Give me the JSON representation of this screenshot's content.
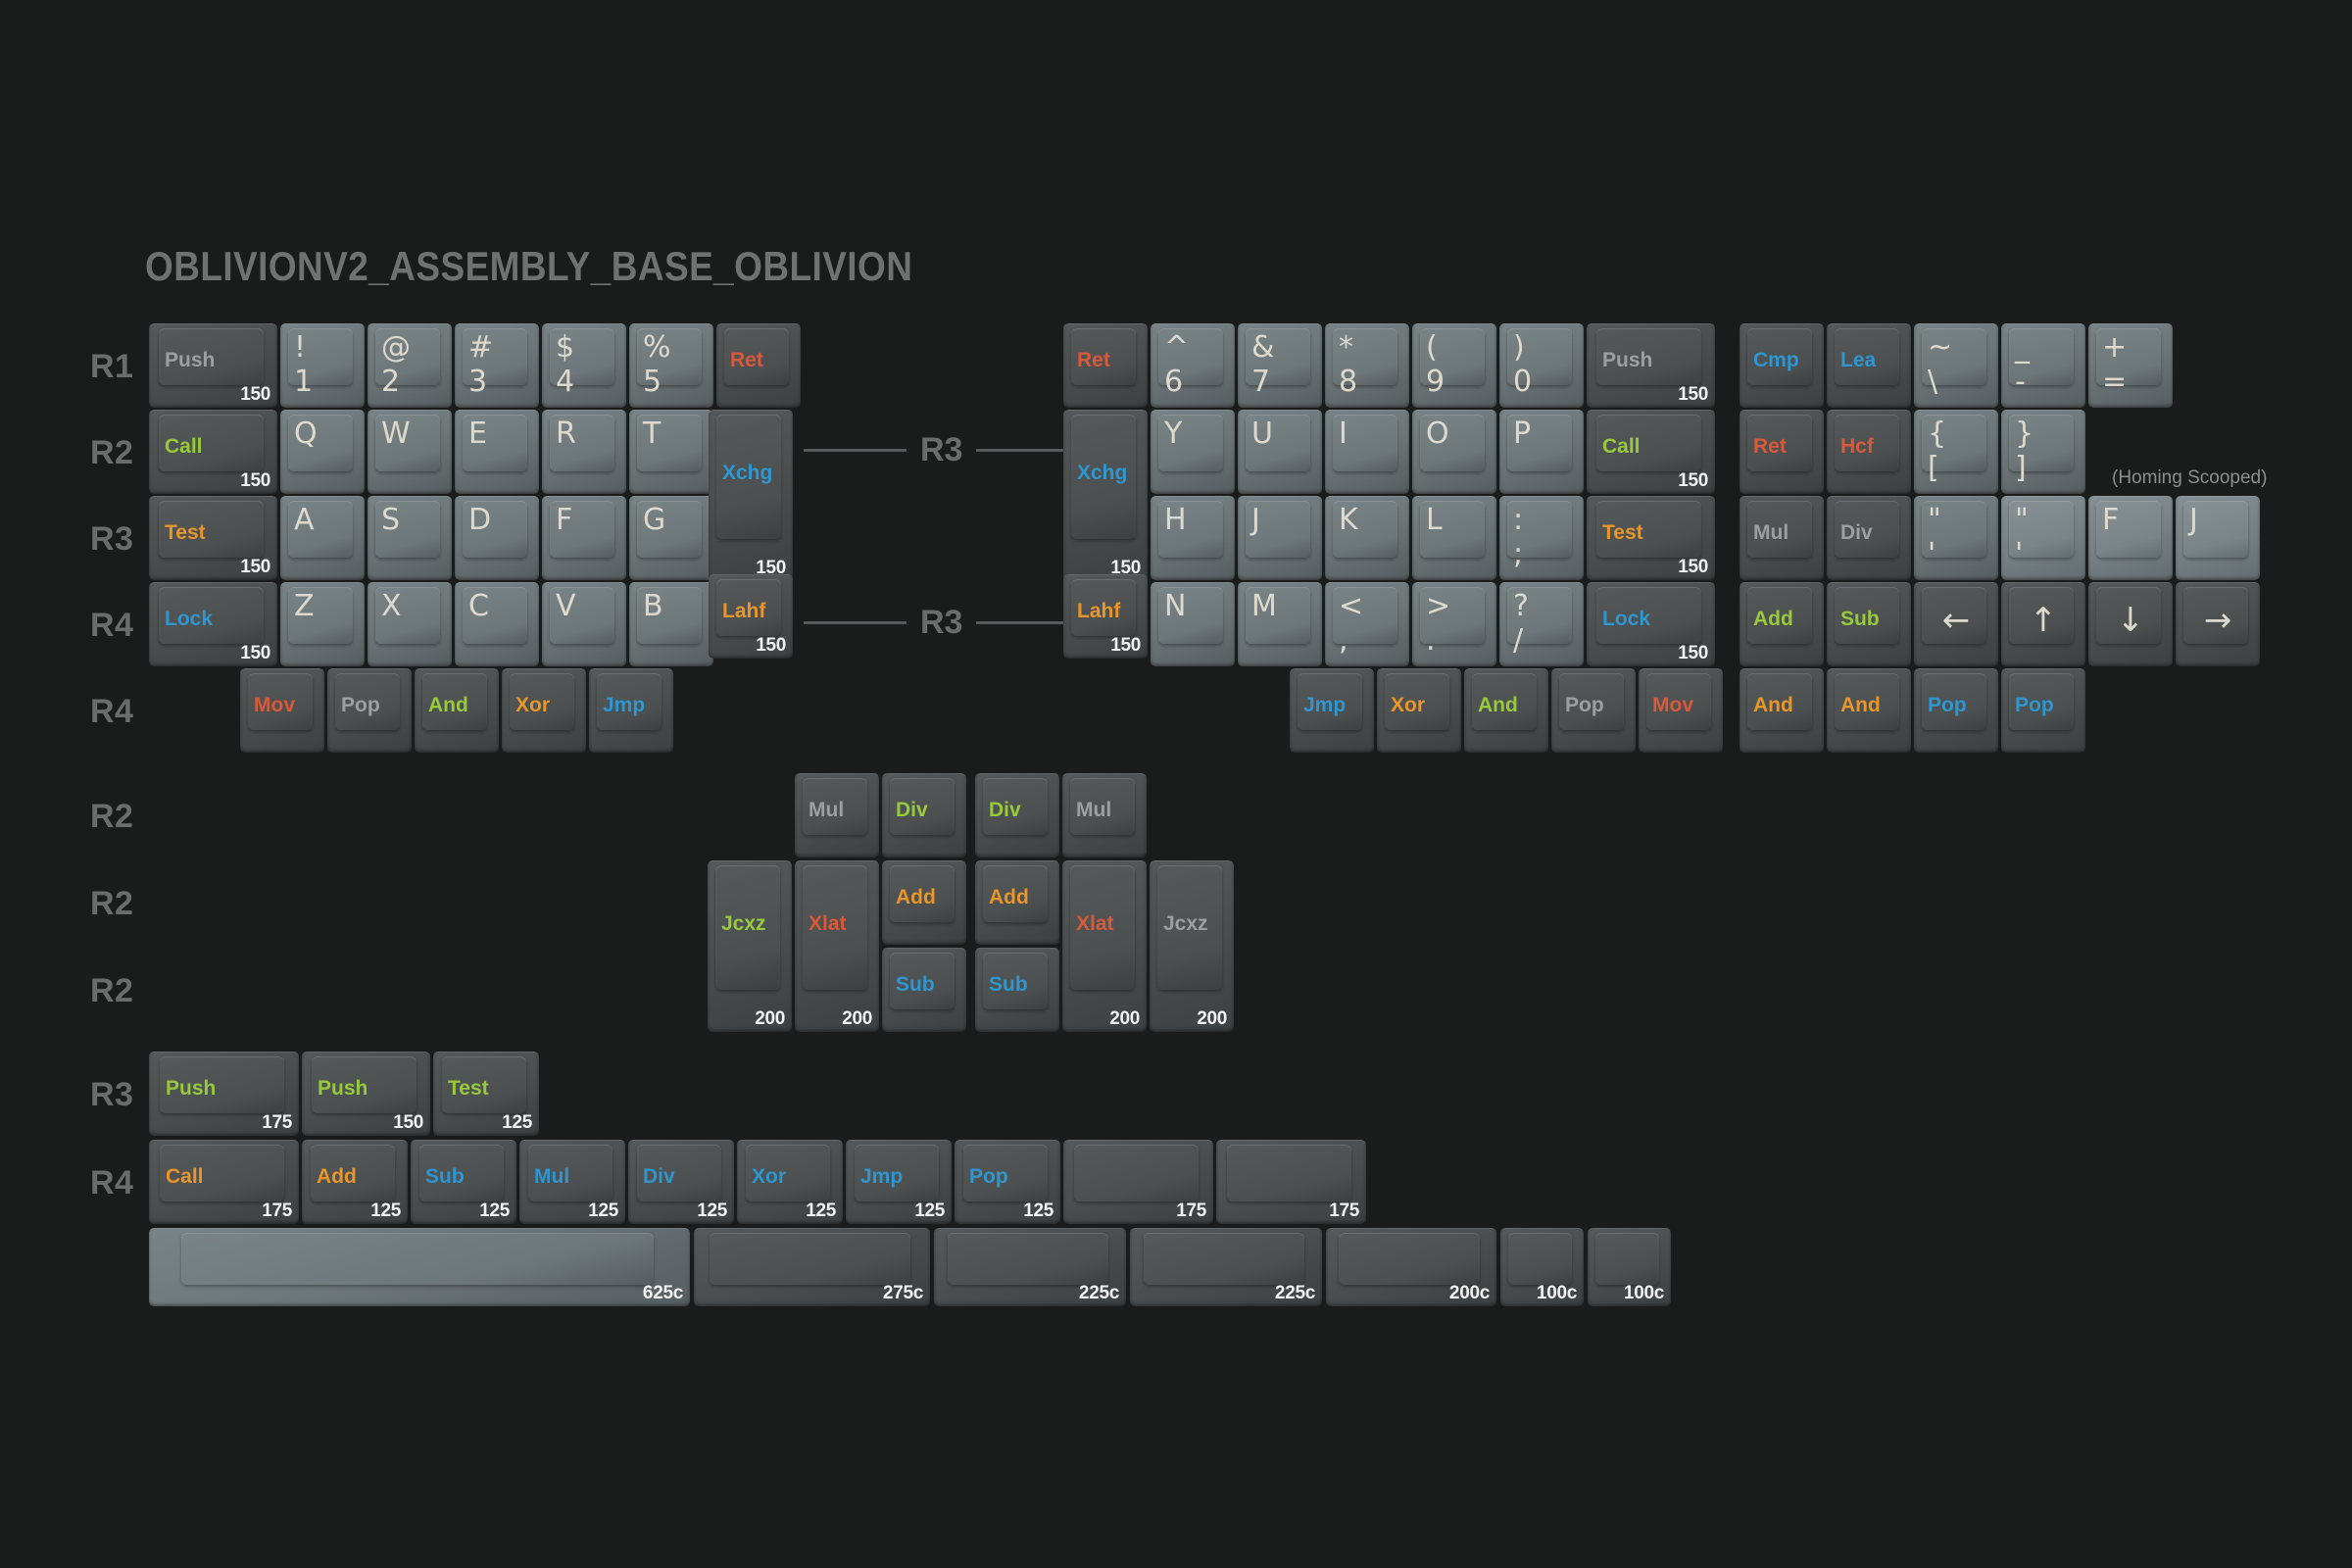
{
  "title": "OBLIVIONV2_ASSEMBLY_BASE_OBLIVION",
  "notes": {
    "homing_scooped": "(Homing Scooped)"
  },
  "colors": {
    "background": "#1a1b1b",
    "alpha_cap": "#6d7679",
    "mod_cap": "#4b4f4f",
    "accent_red": "#d9593a",
    "accent_orange": "#e8962a",
    "accent_green": "#97c93d",
    "accent_blue": "#2f96cf",
    "accent_gray": "#9aa0a0",
    "legend_light": "#ded9cc",
    "row_label": "#6a6d6c"
  },
  "row_labels": {
    "main": [
      "R1",
      "R2",
      "R3",
      "R4",
      "R4"
    ],
    "middle": [
      "R2",
      "R2",
      "R2"
    ],
    "bottom": [
      "R3",
      "R4"
    ]
  },
  "dividers": [
    {
      "label": "R3"
    },
    {
      "label": "R3"
    }
  ],
  "keys": {
    "left_r1": [
      {
        "name": "push-1-5u",
        "legend": "Push",
        "color": "accent_gray",
        "size": "150",
        "cap": "mod",
        "u": 1.5
      },
      {
        "name": "exclaim-1",
        "legend": "!\n1",
        "color": "legend_light",
        "cap": "alpha",
        "u": 1
      },
      {
        "name": "at-2",
        "legend": "@\n2",
        "color": "legend_light",
        "cap": "alpha",
        "u": 1
      },
      {
        "name": "hash-3",
        "legend": "#\n3",
        "color": "legend_light",
        "cap": "alpha",
        "u": 1
      },
      {
        "name": "dollar-4",
        "legend": "$\n4",
        "color": "legend_light",
        "cap": "alpha",
        "u": 1
      },
      {
        "name": "percent-5",
        "legend": "%\n5",
        "color": "legend_light",
        "cap": "alpha",
        "u": 1
      },
      {
        "name": "ret-left",
        "legend": "Ret",
        "color": "accent_red",
        "cap": "mod",
        "u": 1
      }
    ],
    "left_r2": [
      {
        "name": "call-1-5u",
        "legend": "Call",
        "color": "accent_green",
        "size": "150",
        "cap": "mod",
        "u": 1.5
      },
      {
        "name": "q",
        "legend": "Q",
        "color": "legend_light",
        "cap": "alpha",
        "u": 1
      },
      {
        "name": "w",
        "legend": "W",
        "color": "legend_light",
        "cap": "alpha",
        "u": 1
      },
      {
        "name": "e",
        "legend": "E",
        "color": "legend_light",
        "cap": "alpha",
        "u": 1
      },
      {
        "name": "r",
        "legend": "R",
        "color": "legend_light",
        "cap": "alpha",
        "u": 1
      },
      {
        "name": "t",
        "legend": "T",
        "color": "legend_light",
        "cap": "alpha",
        "u": 1
      }
    ],
    "left_r3": [
      {
        "name": "test-1-5u",
        "legend": "Test",
        "color": "accent_orange",
        "size": "150",
        "cap": "mod",
        "u": 1.5
      },
      {
        "name": "a",
        "legend": "A",
        "color": "legend_light",
        "cap": "alpha",
        "u": 1
      },
      {
        "name": "s",
        "legend": "S",
        "color": "legend_light",
        "cap": "alpha",
        "u": 1
      },
      {
        "name": "d",
        "legend": "D",
        "color": "legend_light",
        "cap": "alpha",
        "u": 1
      },
      {
        "name": "f",
        "legend": "F",
        "color": "legend_light",
        "cap": "alpha",
        "u": 1
      },
      {
        "name": "g",
        "legend": "G",
        "color": "legend_light",
        "cap": "alpha",
        "u": 1
      }
    ],
    "left_r4": [
      {
        "name": "lock-1-5u",
        "legend": "Lock",
        "color": "accent_blue",
        "size": "150",
        "cap": "mod",
        "u": 1.5
      },
      {
        "name": "z",
        "legend": "Z",
        "color": "legend_light",
        "cap": "alpha",
        "u": 1
      },
      {
        "name": "x",
        "legend": "X",
        "color": "legend_light",
        "cap": "alpha",
        "u": 1
      },
      {
        "name": "c",
        "legend": "C",
        "color": "legend_light",
        "cap": "alpha",
        "u": 1
      },
      {
        "name": "v",
        "legend": "V",
        "color": "legend_light",
        "cap": "alpha",
        "u": 1
      },
      {
        "name": "b",
        "legend": "B",
        "color": "legend_light",
        "cap": "alpha",
        "u": 1
      }
    ],
    "left_mods": [
      {
        "name": "mov",
        "legend": "Mov",
        "color": "accent_red",
        "cap": "mod",
        "u": 1
      },
      {
        "name": "pop",
        "legend": "Pop",
        "color": "accent_gray",
        "cap": "mod",
        "u": 1
      },
      {
        "name": "and",
        "legend": "And",
        "color": "accent_green",
        "cap": "mod",
        "u": 1
      },
      {
        "name": "xor",
        "legend": "Xor",
        "color": "accent_orange",
        "cap": "mod",
        "u": 1
      },
      {
        "name": "jmp",
        "legend": "Jmp",
        "color": "accent_blue",
        "cap": "mod",
        "u": 1
      }
    ],
    "left_tall": [
      {
        "name": "xchg-iso",
        "legend": "Xchg",
        "color": "accent_blue",
        "size": "150",
        "cap": "mod"
      },
      {
        "name": "lahf-iso",
        "legend": "Lahf",
        "color": "accent_orange",
        "size": "150",
        "cap": "mod"
      }
    ],
    "right_tall": [
      {
        "name": "xchg-iso-right",
        "legend": "Xchg",
        "color": "accent_blue",
        "size": "150",
        "cap": "mod"
      },
      {
        "name": "lahf-iso-right",
        "legend": "Lahf",
        "color": "accent_orange",
        "size": "150",
        "cap": "mod"
      }
    ],
    "right_r1": [
      {
        "name": "ret-right",
        "legend": "Ret",
        "color": "accent_red",
        "cap": "mod",
        "u": 1
      },
      {
        "name": "caret-6",
        "legend": "^\n6",
        "color": "legend_light",
        "cap": "alpha",
        "u": 1
      },
      {
        "name": "amp-7",
        "legend": "&\n7",
        "color": "legend_light",
        "cap": "alpha",
        "u": 1
      },
      {
        "name": "asterisk-8",
        "legend": "*\n8",
        "color": "legend_light",
        "cap": "alpha",
        "u": 1
      },
      {
        "name": "paren-open-9",
        "legend": "(\n9",
        "color": "legend_light",
        "cap": "alpha",
        "u": 1
      },
      {
        "name": "paren-close-0",
        "legend": ")\n0",
        "color": "legend_light",
        "cap": "alpha",
        "u": 1
      },
      {
        "name": "push-right-1-5u",
        "legend": "Push",
        "color": "accent_gray",
        "size": "150",
        "cap": "mod",
        "u": 1.5
      }
    ],
    "right_r2": [
      {
        "name": "y",
        "legend": "Y",
        "color": "legend_light",
        "cap": "alpha",
        "u": 1
      },
      {
        "name": "u",
        "legend": "U",
        "color": "legend_light",
        "cap": "alpha",
        "u": 1
      },
      {
        "name": "i",
        "legend": "I",
        "color": "legend_light",
        "cap": "alpha",
        "u": 1
      },
      {
        "name": "o",
        "legend": "O",
        "color": "legend_light",
        "cap": "alpha",
        "u": 1
      },
      {
        "name": "p",
        "legend": "P",
        "color": "legend_light",
        "cap": "alpha",
        "u": 1
      },
      {
        "name": "call-right-1-5u",
        "legend": "Call",
        "color": "accent_green",
        "size": "150",
        "cap": "mod",
        "u": 1.5
      }
    ],
    "right_r3": [
      {
        "name": "h",
        "legend": "H",
        "color": "legend_light",
        "cap": "alpha",
        "u": 1
      },
      {
        "name": "j",
        "legend": "J",
        "color": "legend_light",
        "cap": "alpha",
        "u": 1
      },
      {
        "name": "k",
        "legend": "K",
        "color": "legend_light",
        "cap": "alpha",
        "u": 1
      },
      {
        "name": "l",
        "legend": "L",
        "color": "legend_light",
        "cap": "alpha",
        "u": 1
      },
      {
        "name": "colon-semicolon",
        "legend": ":\n;",
        "color": "legend_light",
        "cap": "alpha",
        "u": 1
      },
      {
        "name": "test-right-1-5u",
        "legend": "Test",
        "color": "accent_orange",
        "size": "150",
        "cap": "mod",
        "u": 1.5
      }
    ],
    "right_r4": [
      {
        "name": "n",
        "legend": "N",
        "color": "legend_light",
        "cap": "alpha",
        "u": 1
      },
      {
        "name": "m",
        "legend": "M",
        "color": "legend_light",
        "cap": "alpha",
        "u": 1
      },
      {
        "name": "lt-comma",
        "legend": "<\n,",
        "color": "legend_light",
        "cap": "alpha",
        "u": 1
      },
      {
        "name": "gt-period",
        "legend": ">\n.",
        "color": "legend_light",
        "cap": "alpha",
        "u": 1
      },
      {
        "name": "question-slash",
        "legend": "?\n/",
        "color": "legend_light",
        "cap": "alpha",
        "u": 1
      },
      {
        "name": "lock-right-1-5u",
        "legend": "Lock",
        "color": "accent_blue",
        "size": "150",
        "cap": "mod",
        "u": 1.5
      }
    ],
    "right_mods": [
      {
        "name": "jmp-right",
        "legend": "Jmp",
        "color": "accent_blue",
        "cap": "mod",
        "u": 1
      },
      {
        "name": "xor-right",
        "legend": "Xor",
        "color": "accent_orange",
        "cap": "mod",
        "u": 1
      },
      {
        "name": "and-right",
        "legend": "And",
        "color": "accent_green",
        "cap": "mod",
        "u": 1
      },
      {
        "name": "pop-right",
        "legend": "Pop",
        "color": "accent_gray",
        "cap": "mod",
        "u": 1
      },
      {
        "name": "mov-right",
        "legend": "Mov",
        "color": "accent_red",
        "cap": "mod",
        "u": 1
      }
    ],
    "cluster_r1": [
      {
        "name": "cmp",
        "legend": "Cmp",
        "color": "accent_blue",
        "cap": "mod",
        "u": 1
      },
      {
        "name": "lea",
        "legend": "Lea",
        "color": "accent_blue",
        "cap": "mod",
        "u": 1
      },
      {
        "name": "tilde-backtick",
        "legend": "~\n\\",
        "color": "legend_light",
        "cap": "alpha",
        "u": 1
      },
      {
        "name": "underscore-minus",
        "legend": "_\n-",
        "color": "legend_light",
        "cap": "alpha",
        "u": 1
      },
      {
        "name": "plus-equals",
        "legend": "+\n=",
        "color": "legend_light",
        "cap": "alpha",
        "u": 1
      }
    ],
    "cluster_r2": [
      {
        "name": "ret-cluster",
        "legend": "Ret",
        "color": "accent_red",
        "cap": "mod",
        "u": 1
      },
      {
        "name": "hcf",
        "legend": "Hcf",
        "color": "accent_red",
        "cap": "mod",
        "u": 1
      },
      {
        "name": "brace-open-bracket-open",
        "legend": "{\n[",
        "color": "legend_light",
        "cap": "alpha",
        "u": 1
      },
      {
        "name": "brace-close-bracket-close",
        "legend": "}\n]",
        "color": "legend_light",
        "cap": "alpha",
        "u": 1
      }
    ],
    "cluster_r3": [
      {
        "name": "mul-cluster",
        "legend": "Mul",
        "color": "accent_gray",
        "cap": "mod",
        "u": 1
      },
      {
        "name": "div-cluster",
        "legend": "Div",
        "color": "accent_gray",
        "cap": "mod",
        "u": 1
      },
      {
        "name": "quote-apostrophe-a",
        "legend": "\"\n'",
        "color": "legend_light",
        "cap": "alpha",
        "u": 1
      },
      {
        "name": "quote-apostrophe-b",
        "legend": "\"\n'",
        "color": "legend_light",
        "cap": "homing",
        "u": 1
      },
      {
        "name": "f-homing",
        "legend": "F",
        "color": "legend_light",
        "cap": "homing",
        "u": 1
      },
      {
        "name": "j-homing",
        "legend": "J",
        "color": "legend_light",
        "cap": "homing",
        "u": 1
      }
    ],
    "cluster_r4": [
      {
        "name": "add-cluster",
        "legend": "Add",
        "color": "accent_green",
        "cap": "mod",
        "u": 1
      },
      {
        "name": "sub-cluster",
        "legend": "Sub",
        "color": "accent_green",
        "cap": "mod",
        "u": 1
      },
      {
        "name": "arrow-left",
        "legend": "←",
        "color": "legend_light",
        "cap": "mod",
        "u": 1
      },
      {
        "name": "arrow-up",
        "legend": "↑",
        "color": "legend_light",
        "cap": "mod",
        "u": 1
      },
      {
        "name": "arrow-down",
        "legend": "↓",
        "color": "legend_light",
        "cap": "mod",
        "u": 1
      },
      {
        "name": "arrow-right",
        "legend": "→",
        "color": "legend_light",
        "cap": "mod",
        "u": 1
      }
    ],
    "cluster_r5": [
      {
        "name": "and-cluster-1",
        "legend": "And",
        "color": "accent_orange",
        "cap": "mod",
        "u": 1
      },
      {
        "name": "and-cluster-2",
        "legend": "And",
        "color": "accent_orange",
        "cap": "mod",
        "u": 1
      },
      {
        "name": "pop-cluster-1",
        "legend": "Pop",
        "color": "accent_blue",
        "cap": "mod",
        "u": 1
      },
      {
        "name": "pop-cluster-2",
        "legend": "Pop",
        "color": "accent_blue",
        "cap": "mod",
        "u": 1
      }
    ],
    "middle_left": [
      {
        "name": "mul-mid-left",
        "legend": "Mul",
        "color": "accent_gray",
        "cap": "mod"
      },
      {
        "name": "div-mid-left",
        "legend": "Div",
        "color": "accent_green",
        "cap": "mod"
      },
      {
        "name": "add-mid-left",
        "legend": "Add",
        "color": "accent_orange",
        "cap": "mod"
      },
      {
        "name": "sub-mid-left",
        "legend": "Sub",
        "color": "accent_blue",
        "cap": "mod"
      },
      {
        "name": "jcxz-mid-left",
        "legend": "Jcxz",
        "color": "accent_green",
        "size": "200",
        "cap": "mod"
      },
      {
        "name": "xlat-mid-left",
        "legend": "Xlat",
        "color": "accent_red",
        "size": "200",
        "cap": "mod"
      }
    ],
    "middle_right": [
      {
        "name": "div-mid-right",
        "legend": "Div",
        "color": "accent_green",
        "cap": "mod"
      },
      {
        "name": "mul-mid-right",
        "legend": "Mul",
        "color": "accent_gray",
        "cap": "mod"
      },
      {
        "name": "add-mid-right",
        "legend": "Add",
        "color": "accent_orange",
        "cap": "mod"
      },
      {
        "name": "sub-mid-right",
        "legend": "Sub",
        "color": "accent_blue",
        "cap": "mod"
      },
      {
        "name": "xlat-mid-right",
        "legend": "Xlat",
        "color": "accent_red",
        "size": "200",
        "cap": "mod"
      },
      {
        "name": "jcxz-mid-right",
        "legend": "Jcxz",
        "color": "accent_gray",
        "size": "200",
        "cap": "mod"
      }
    ],
    "bottom_r3": [
      {
        "name": "push-175",
        "legend": "Push",
        "color": "accent_green",
        "size": "175",
        "cap": "mod",
        "u": 1.75
      },
      {
        "name": "push-150",
        "legend": "Push",
        "color": "accent_green",
        "size": "150",
        "cap": "mod",
        "u": 1.5
      },
      {
        "name": "test-125",
        "legend": "Test",
        "color": "accent_green",
        "size": "125",
        "cap": "mod",
        "u": 1.25
      }
    ],
    "bottom_r4": [
      {
        "name": "call-175",
        "legend": "Call",
        "color": "accent_orange",
        "size": "175",
        "cap": "mod",
        "u": 1.75
      },
      {
        "name": "add-125",
        "legend": "Add",
        "color": "accent_orange",
        "size": "125",
        "cap": "mod",
        "u": 1.25
      },
      {
        "name": "sub-125",
        "legend": "Sub",
        "color": "accent_blue",
        "size": "125",
        "cap": "mod",
        "u": 1.25
      },
      {
        "name": "mul-125",
        "legend": "Mul",
        "color": "accent_blue",
        "size": "125",
        "cap": "mod",
        "u": 1.25
      },
      {
        "name": "div-125",
        "legend": "Div",
        "color": "accent_blue",
        "size": "125",
        "cap": "mod",
        "u": 1.25
      },
      {
        "name": "xor-125",
        "legend": "Xor",
        "color": "accent_blue",
        "size": "125",
        "cap": "mod",
        "u": 1.25
      },
      {
        "name": "jmp-125",
        "legend": "Jmp",
        "color": "accent_blue",
        "size": "125",
        "cap": "mod",
        "u": 1.25
      },
      {
        "name": "pop-125",
        "legend": "Pop",
        "color": "accent_blue",
        "size": "125",
        "cap": "mod",
        "u": 1.25
      },
      {
        "name": "blank-175-a",
        "legend": "",
        "color": "legend_light",
        "size": "175",
        "cap": "mod",
        "u": 1.75
      },
      {
        "name": "blank-175-b",
        "legend": "",
        "color": "legend_light",
        "size": "175",
        "cap": "mod",
        "u": 1.75
      }
    ],
    "spacebars": [
      {
        "name": "spacebar-625",
        "legend": "",
        "size": "625c",
        "cap": "alpha"
      },
      {
        "name": "spacebar-275",
        "legend": "",
        "size": "275c",
        "cap": "mod"
      },
      {
        "name": "spacebar-225-a",
        "legend": "",
        "size": "225c",
        "cap": "mod"
      },
      {
        "name": "spacebar-225-b",
        "legend": "",
        "size": "225c",
        "cap": "mod"
      },
      {
        "name": "spacebar-200",
        "legend": "",
        "size": "200c",
        "cap": "mod"
      },
      {
        "name": "spacebar-100-a",
        "legend": "",
        "size": "100c",
        "cap": "mod"
      },
      {
        "name": "spacebar-100-b",
        "legend": "",
        "size": "100c",
        "cap": "mod"
      }
    ]
  }
}
